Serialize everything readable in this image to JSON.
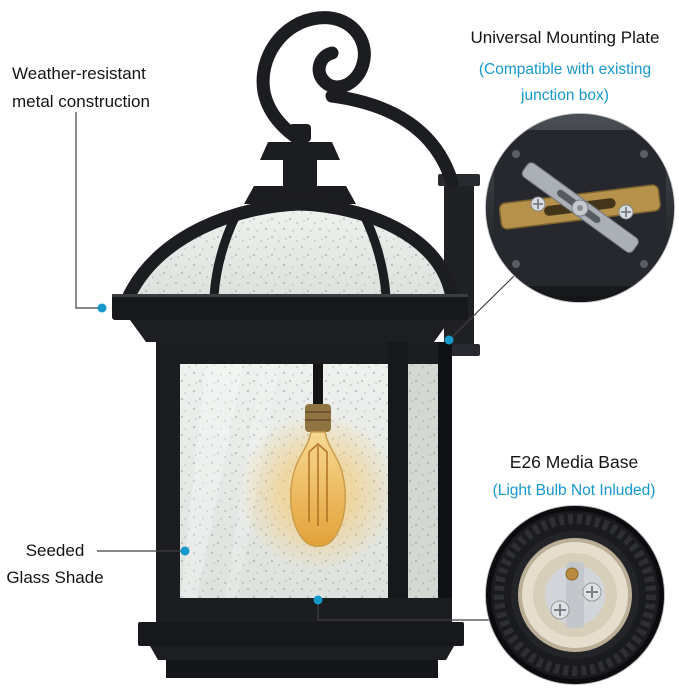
{
  "page": {
    "background": "#ffffff",
    "type": "product-feature-diagram",
    "subject": "outdoor wall lantern sconce"
  },
  "colors": {
    "accent_cyan": "#1798cb",
    "text_black": "#141414",
    "leader_line": "#3f3f3f",
    "lantern_black": "#1c1d20",
    "glass_light": "#e9ece9",
    "bulb_amber": "#e8a83e"
  },
  "annotations": {
    "weather": {
      "line1": "Weather-resistant",
      "line2": "metal construction"
    },
    "mounting_plate": {
      "title": "Universal Mounting Plate",
      "subtitle_line1": "(Compatible with existing",
      "subtitle_line2": "junction box)"
    },
    "e26_base": {
      "title": "E26 Media Base",
      "subtitle": "(Light Bulb Not Inluded)"
    },
    "seeded_glass": {
      "line1": "Seeded",
      "line2": "Glass Shade"
    }
  },
  "callouts": {
    "mounting_plate_photo": "mounting-plate-closeup",
    "socket_photo": "e26-socket-closeup"
  }
}
